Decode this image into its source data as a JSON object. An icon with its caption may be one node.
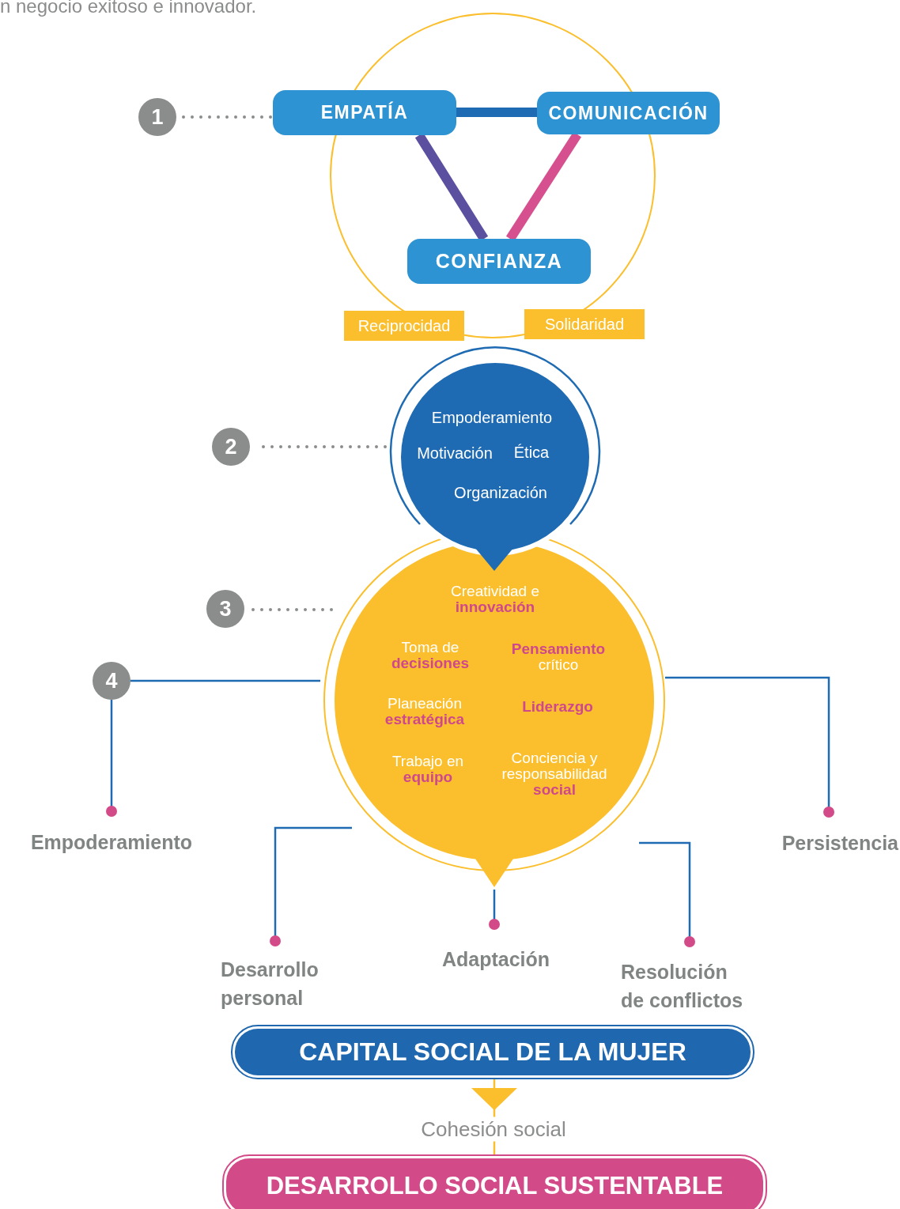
{
  "diagram": {
    "nodes": [
      {
        "text": [
          "1"
        ]
      },
      {
        "text": [
          "EMPATÍA"
        ]
      },
      {
        "text": [
          "COMUNICACIÓN"
        ]
      },
      {
        "text": [
          "CONFIANZA"
        ]
      },
      {
        "text": [
          "Reciprocidad"
        ]
      },
      {
        "text": [
          "Solidaridad"
        ]
      },
      {
        "text": [
          "2"
        ]
      },
      {
        "text": [
          "Empoderamiento",
          "Motivación",
          "Ética",
          "Organización"
        ]
      },
      {
        "text": [
          "3"
        ]
      },
      {
        "text": [
          "Creatividad e **innovación**",
          "Toma de **decisiones**",
          "**Pensamiento** crítico",
          "Planeación **estratégica**",
          "Liderazgo",
          "Trabajo en **equipo**",
          "Conciencia y responsabilidad **social**"
        ]
      },
      {
        "text": [
          "4"
        ]
      },
      {
        "text": [
          "Empoderamiento"
        ]
      },
      {
        "text": [
          "Persistencia"
        ]
      },
      {
        "text": [
          "Desarrollo personal"
        ]
      },
      {
        "text": [
          "Adaptación"
        ]
      },
      {
        "text": [
          "Resolución de conflictos"
        ]
      },
      {
        "text": [
          "CAPITAL SOCIAL DE LA MUJER"
        ]
      },
      {
        "text": [
          "DESARROLLO SOCIAL SUSTENTABLE"
        ]
      }
    ],
    "edges": [
      {
        "from": 0,
        "to": 1,
        "arrow": "none",
        "style": "dashed",
        "color": "#8a8d8c"
      },
      {
        "from": 1,
        "to": 2,
        "arrow": "none",
        "style": "thick"
      },
      {
        "from": 1,
        "to": 3,
        "arrow": "none",
        "style": "thick",
        "color": "#5b4fa0"
      },
      {
        "from": 2,
        "to": 3,
        "arrow": "none",
        "style": "thick",
        "color": "#d64f8f"
      },
      {
        "from": 6,
        "to": 7,
        "arrow": "none",
        "style": "dashed",
        "color": "#8a8d8c"
      },
      {
        "from": 8,
        "to": 9,
        "arrow": "none",
        "style": "dashed",
        "color": "#8a8d8c"
      },
      {
        "from": 9,
        "to": 10,
        "arrow": "none"
      },
      {
        "from": 10,
        "to": 11,
        "arrow": "other"
      },
      {
        "from": 9,
        "to": 12,
        "arrow": "other"
      },
      {
        "from": 9,
        "to": 13,
        "arrow": "other"
      },
      {
        "from": 9,
        "to": 14,
        "arrow": "other"
      },
      {
        "from": 9,
        "to": 15,
        "arrow": "other"
      },
      {
        "from": 16,
        "to": 17,
        "arrow": "to",
        "label": "Cohesión social",
        "color": "#fbbf2d"
      }
    ],
    "labels": [
      "n negocio exitoso e innovador."
    ]
  }
}
